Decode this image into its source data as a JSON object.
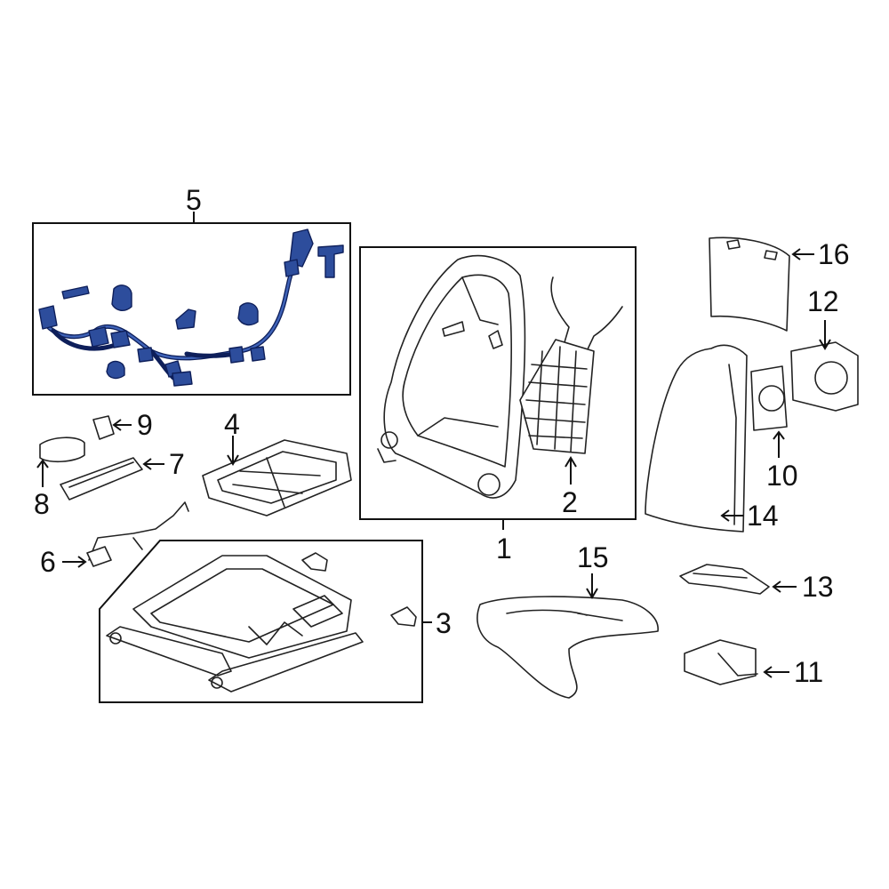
{
  "colors": {
    "highlight": "#2d4d9c",
    "highlight_outline": "#0e1f5a",
    "line_art": "#222222",
    "background": "#ffffff"
  },
  "callouts": {
    "c1": "1",
    "c2": "2",
    "c3": "3",
    "c4": "4",
    "c5": "5",
    "c6": "6",
    "c7": "7",
    "c8": "8",
    "c9": "9",
    "c10": "10",
    "c11": "11",
    "c12": "12",
    "c13": "13",
    "c14": "14",
    "c15": "15",
    "c16": "16"
  }
}
